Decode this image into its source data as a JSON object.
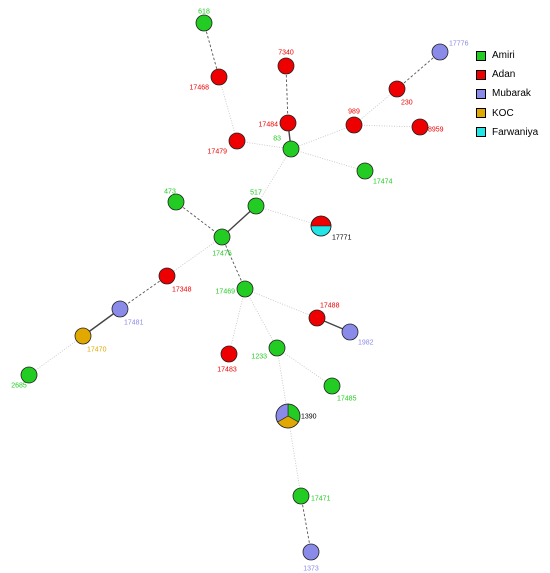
{
  "legend": {
    "items": [
      {
        "key": "Amiri",
        "label": "Amiri",
        "color": "#22cc22"
      },
      {
        "key": "Adan",
        "label": "Adan",
        "color": "#ee0000"
      },
      {
        "key": "Mubarak",
        "label": "Mubarak",
        "color": "#8a8ae8"
      },
      {
        "key": "KOC",
        "label": "KOC",
        "color": "#e0a800"
      },
      {
        "key": "Farwaniya",
        "label": "Farwaniya",
        "color": "#22e6e6"
      }
    ]
  },
  "network": {
    "nodes": [
      {
        "id": "618",
        "label": "618",
        "groups": [
          "Amiri"
        ]
      },
      {
        "id": "17468",
        "label": "17468",
        "groups": [
          "Adan"
        ]
      },
      {
        "id": "17479",
        "label": "17479",
        "groups": [
          "Adan"
        ]
      },
      {
        "id": "7340",
        "label": "7340",
        "groups": [
          "Adan"
        ]
      },
      {
        "id": "17484",
        "label": "17484",
        "groups": [
          "Adan"
        ]
      },
      {
        "id": "83",
        "label": "83",
        "groups": [
          "Amiri"
        ]
      },
      {
        "id": "17776",
        "label": "17776",
        "groups": [
          "Mubarak"
        ]
      },
      {
        "id": "230",
        "label": "230",
        "groups": [
          "Adan"
        ]
      },
      {
        "id": "989",
        "label": "989",
        "groups": [
          "Adan"
        ]
      },
      {
        "id": "8959",
        "label": "8959",
        "groups": [
          "Adan"
        ]
      },
      {
        "id": "17474",
        "label": "17474",
        "groups": [
          "Amiri"
        ]
      },
      {
        "id": "473",
        "label": "473",
        "groups": [
          "Amiri"
        ]
      },
      {
        "id": "517",
        "label": "517",
        "groups": [
          "Amiri"
        ]
      },
      {
        "id": "17771",
        "label": "17771",
        "groups": [
          "Adan",
          "Farwaniya"
        ]
      },
      {
        "id": "17476",
        "label": "17476",
        "groups": [
          "Amiri"
        ]
      },
      {
        "id": "17348",
        "label": "17348",
        "groups": [
          "Adan"
        ]
      },
      {
        "id": "17481",
        "label": "17481",
        "groups": [
          "Mubarak"
        ]
      },
      {
        "id": "17470",
        "label": "17470",
        "groups": [
          "KOC"
        ]
      },
      {
        "id": "2685",
        "label": "2685",
        "groups": [
          "Amiri"
        ]
      },
      {
        "id": "17469",
        "label": "17469",
        "groups": [
          "Amiri"
        ]
      },
      {
        "id": "17488",
        "label": "17488",
        "groups": [
          "Adan"
        ]
      },
      {
        "id": "1982",
        "label": "1982",
        "groups": [
          "Mubarak"
        ]
      },
      {
        "id": "1233",
        "label": "1233",
        "groups": [
          "Amiri"
        ]
      },
      {
        "id": "17483",
        "label": "17483",
        "groups": [
          "Adan"
        ]
      },
      {
        "id": "17485",
        "label": "17485",
        "groups": [
          "Amiri"
        ]
      },
      {
        "id": "1390",
        "label": "1390",
        "groups": [
          "Amiri",
          "KOC",
          "Mubarak"
        ]
      },
      {
        "id": "17471",
        "label": "17471",
        "groups": [
          "Amiri"
        ]
      },
      {
        "id": "1373",
        "label": "1373",
        "groups": [
          "Mubarak"
        ]
      }
    ],
    "edges": [
      {
        "from": "618",
        "to": "17468",
        "style": "dashed"
      },
      {
        "from": "17468",
        "to": "17479",
        "style": "dotted"
      },
      {
        "from": "17479",
        "to": "83",
        "style": "dotted"
      },
      {
        "from": "7340",
        "to": "17484",
        "style": "dashed"
      },
      {
        "from": "17484",
        "to": "83",
        "style": "thick"
      },
      {
        "from": "17776",
        "to": "230",
        "style": "dashed"
      },
      {
        "from": "230",
        "to": "989",
        "style": "dotted"
      },
      {
        "from": "989",
        "to": "83",
        "style": "dotted"
      },
      {
        "from": "989",
        "to": "8959",
        "style": "dotted"
      },
      {
        "from": "83",
        "to": "17474",
        "style": "dotted"
      },
      {
        "from": "83",
        "to": "517",
        "style": "dotted"
      },
      {
        "from": "473",
        "to": "17476",
        "style": "dashed"
      },
      {
        "from": "517",
        "to": "17476",
        "style": "thick"
      },
      {
        "from": "517",
        "to": "17771",
        "style": "dotted"
      },
      {
        "from": "17476",
        "to": "17348",
        "style": "dotted"
      },
      {
        "from": "17476",
        "to": "17469",
        "style": "dashed"
      },
      {
        "from": "17348",
        "to": "17481",
        "style": "dashed"
      },
      {
        "from": "17481",
        "to": "17470",
        "style": "thick"
      },
      {
        "from": "17470",
        "to": "2685",
        "style": "dotted"
      },
      {
        "from": "17469",
        "to": "17488",
        "style": "dotted"
      },
      {
        "from": "17488",
        "to": "1982",
        "style": "thick"
      },
      {
        "from": "17469",
        "to": "17483",
        "style": "dotted"
      },
      {
        "from": "17469",
        "to": "1233",
        "style": "dotted"
      },
      {
        "from": "1233",
        "to": "17485",
        "style": "dotted"
      },
      {
        "from": "1233",
        "to": "1390",
        "style": "dotted"
      },
      {
        "from": "1390",
        "to": "17471",
        "style": "dotted"
      },
      {
        "from": "17471",
        "to": "1373",
        "style": "dashed"
      }
    ]
  }
}
